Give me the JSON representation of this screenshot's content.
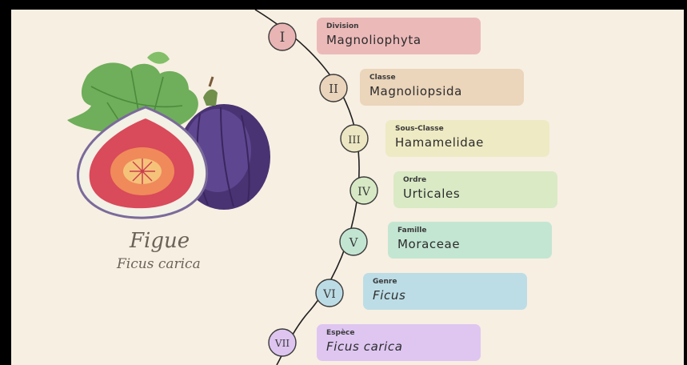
{
  "plant": {
    "common_name": "Figue",
    "latin_name": "Ficus carica"
  },
  "colors": {
    "background": "#f7efe2",
    "frame": "#000000",
    "curve": "#1f1f1f"
  },
  "taxonomy": [
    {
      "numeral": "I",
      "rank": "Division",
      "name": "Magnoliophyta",
      "italic": false,
      "card_color": "#ecb9b9",
      "circle_color": "#e8b4b4"
    },
    {
      "numeral": "II",
      "rank": "Classe",
      "name": "Magnoliopsida",
      "italic": false,
      "card_color": "#ebd5bb",
      "circle_color": "#ead4bb"
    },
    {
      "numeral": "III",
      "rank": "Sous-Classe",
      "name": "Hamamelidae",
      "italic": false,
      "card_color": "#eeeac3",
      "circle_color": "#ece7c2"
    },
    {
      "numeral": "IV",
      "rank": "Ordre",
      "name": "Urticales",
      "italic": false,
      "card_color": "#d9eac5",
      "circle_color": "#d7e9c4"
    },
    {
      "numeral": "V",
      "rank": "Famille",
      "name": "Moraceae",
      "italic": false,
      "card_color": "#c3e6d2",
      "circle_color": "#c2e5d1"
    },
    {
      "numeral": "VI",
      "rank": "Genre",
      "name": "Ficus",
      "italic": true,
      "card_color": "#bcdde6",
      "circle_color": "#bcdce5"
    },
    {
      "numeral": "VII",
      "rank": "Espèce",
      "name": "Ficus carica",
      "italic": true,
      "card_color": "#dec6f1",
      "circle_color": "#ddc5f0"
    }
  ]
}
